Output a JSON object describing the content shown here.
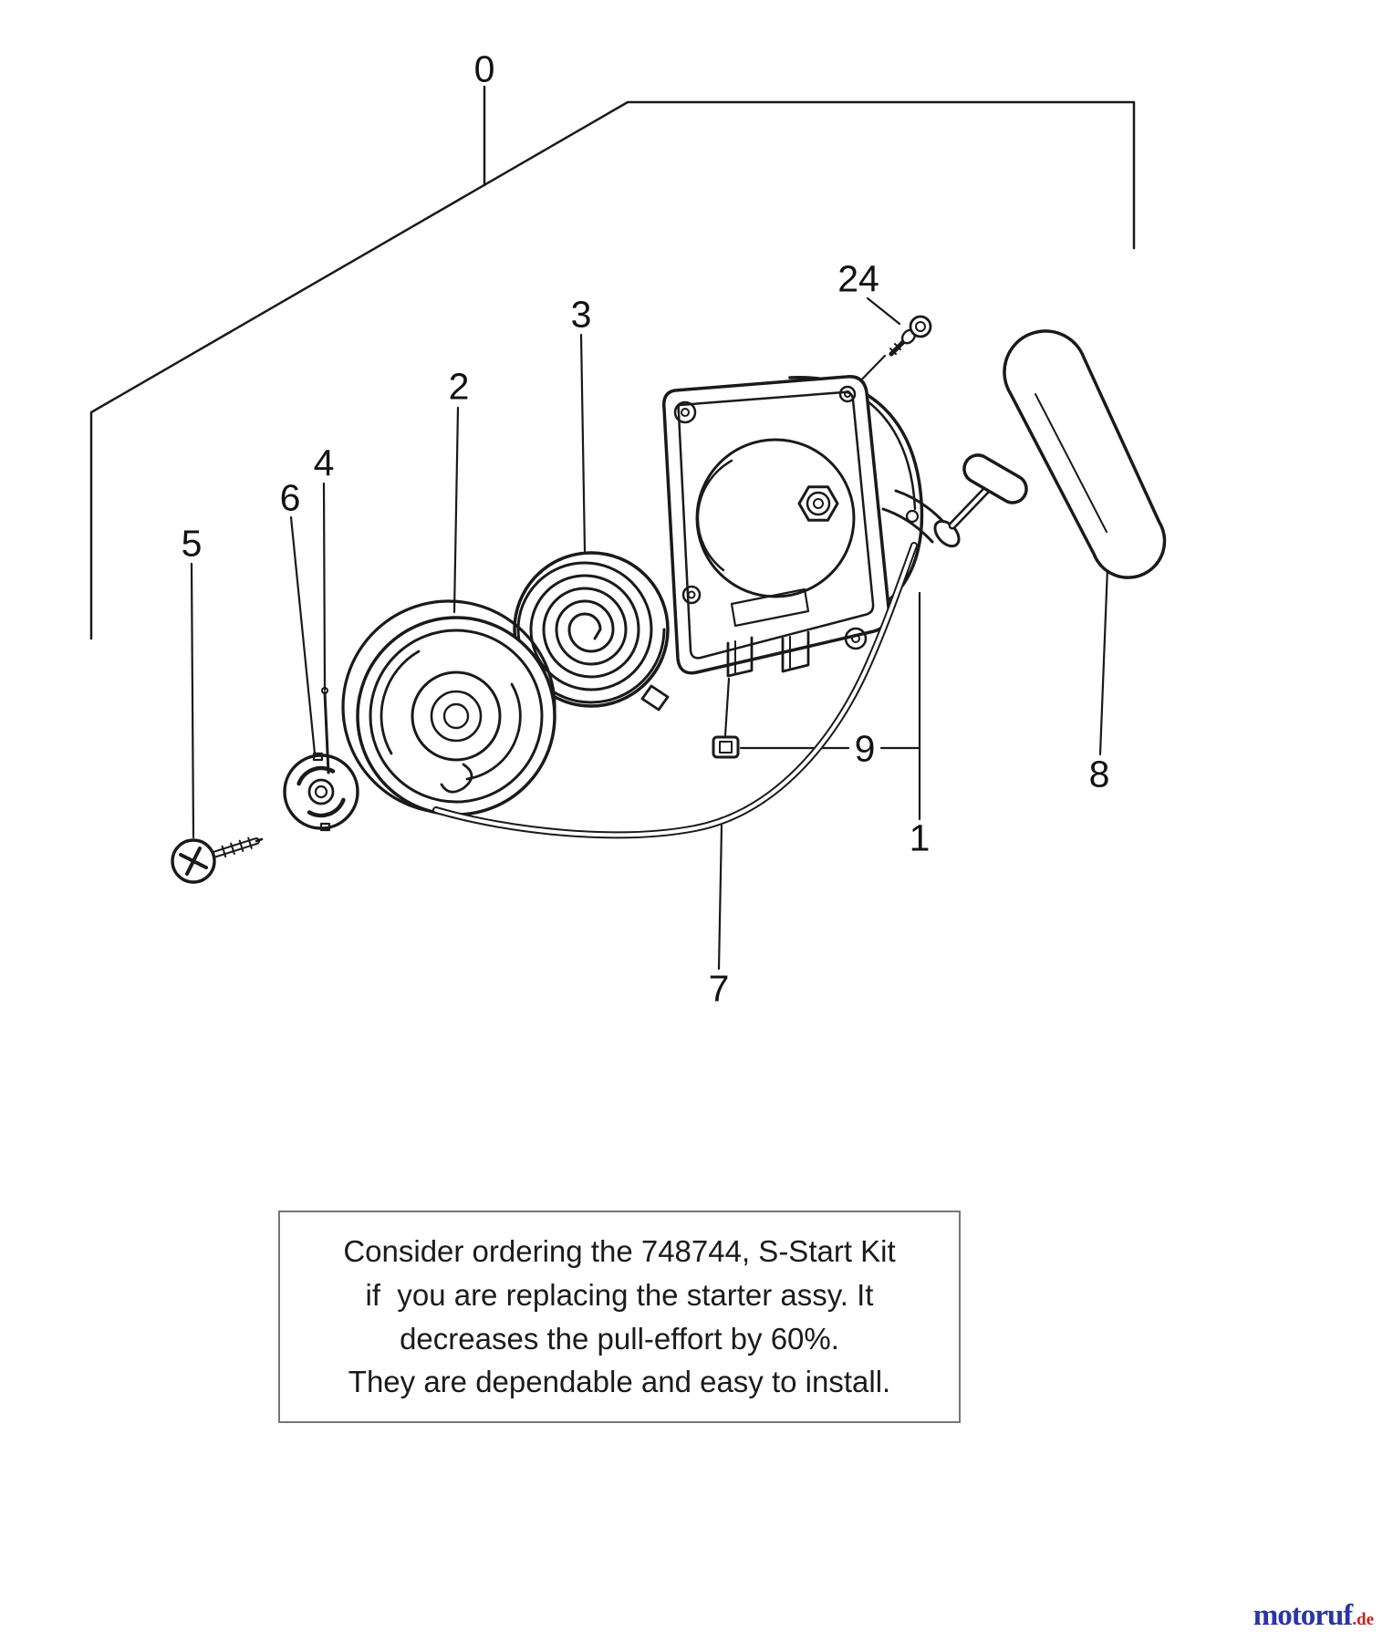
{
  "diagram": {
    "labels": [
      {
        "id": "0",
        "text": "0"
      },
      {
        "id": "24",
        "text": "24"
      },
      {
        "id": "3",
        "text": "3"
      },
      {
        "id": "2",
        "text": "2"
      },
      {
        "id": "4",
        "text": "4"
      },
      {
        "id": "6",
        "text": "6"
      },
      {
        "id": "5",
        "text": "5"
      },
      {
        "id": "9",
        "text": "9"
      },
      {
        "id": "1",
        "text": "1"
      },
      {
        "id": "8",
        "text": "8"
      },
      {
        "id": "7",
        "text": "7"
      }
    ]
  },
  "note": {
    "lines": [
      "Consider ordering the 748744, S-Start Kit",
      "if  you are replacing the starter assy. It",
      "decreases the pull-effort by 60%.",
      "They are dependable and easy to install."
    ]
  },
  "watermark": {
    "brand": "motoruf",
    "tld": ".de"
  },
  "colors": {
    "line": "#1a1a1a",
    "note_border": "#767676",
    "brand_blue": "#2b35a5",
    "brand_red": "#c4231d"
  }
}
